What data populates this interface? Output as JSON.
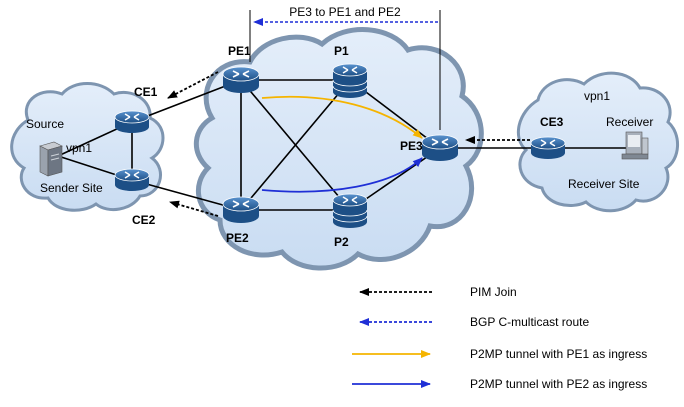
{
  "diagram": {
    "top_banner": "PE3 to PE1 and PE2",
    "nodes": {
      "pe1": "PE1",
      "p1": "P1",
      "pe2": "PE2",
      "p2": "P2",
      "pe3": "PE3",
      "ce1": "CE1",
      "ce2": "CE2",
      "ce3": "CE3"
    },
    "sites": {
      "left_vpn": "vpn1",
      "source": "Source",
      "sender_site": "Sender Site",
      "right_vpn": "vpn1",
      "receiver": "Receiver",
      "receiver_site": "Receiver Site"
    },
    "legend": [
      {
        "key": "pim",
        "label": "PIM Join",
        "color": "#000000",
        "style": "dotted"
      },
      {
        "key": "bgp",
        "label": "BGP C-multicast route",
        "color": "#1f2fd6",
        "style": "dotted"
      },
      {
        "key": "pe1tunnel",
        "label": "P2MP tunnel with PE1 as ingress",
        "color": "#f5b400",
        "style": "solid"
      },
      {
        "key": "pe2tunnel",
        "label": "P2MP tunnel with PE2 as ingress",
        "color": "#1f2fd6",
        "style": "solid"
      }
    ],
    "colors": {
      "cloud_fill": "#d6e6f8",
      "cloud_stroke": "#7e95b0",
      "device_blue": "#2e6aa8"
    }
  }
}
